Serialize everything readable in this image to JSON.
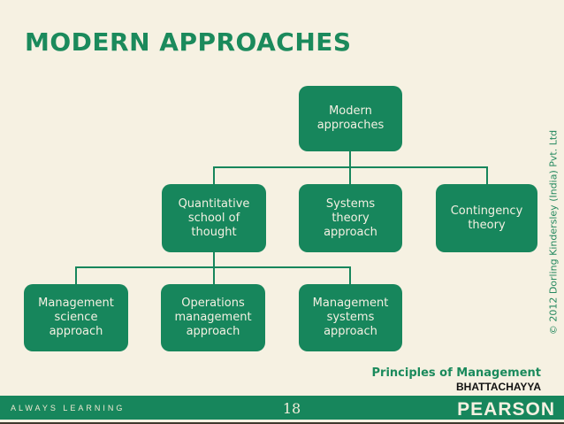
{
  "title": "MODERN APPROACHES",
  "diagram": {
    "root": {
      "label": "Modern\napproaches"
    },
    "level2": [
      {
        "label": "Quantitative\nschool of\nthought"
      },
      {
        "label": "Systems\ntheory\napproach"
      },
      {
        "label": "Contingency\ntheory"
      }
    ],
    "level3": [
      {
        "label": "Management\nscience\napproach"
      },
      {
        "label": "Operations\nmanagement\napproach"
      },
      {
        "label": "Management\nsystems\napproach"
      }
    ]
  },
  "copyright_vertical": "© 2012 Dorling Kindersley (India) Pvt. Ltd",
  "footer": {
    "book_title": "Principles of Management",
    "author": "BHATTACHAYYA",
    "tagline": "ALWAYS LEARNING",
    "page_number": "18",
    "brand": "PEARSON"
  },
  "colors": {
    "background": "#F6F1E2",
    "green": "#17865C",
    "title_green": "#1B8A5C",
    "cream_text": "#F2EDDB",
    "black_text": "#111111"
  }
}
